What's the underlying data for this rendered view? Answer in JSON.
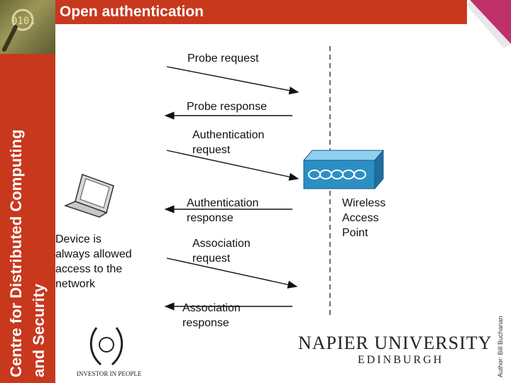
{
  "header": {
    "title": "Open authentication"
  },
  "logo": {
    "digits": "0101"
  },
  "sidebar": {
    "line1": "Centre for Distributed Computing",
    "line2": "and Security"
  },
  "diagram": {
    "messages": [
      {
        "label": "Probe request",
        "direction": "client-to-ap"
      },
      {
        "label": "Probe response",
        "direction": "ap-to-client"
      },
      {
        "label_lines": [
          "Authentication",
          "request"
        ],
        "direction": "client-to-ap"
      },
      {
        "label_lines": [
          "Authentication",
          "response"
        ],
        "direction": "ap-to-client"
      },
      {
        "label_lines": [
          "Association",
          "request"
        ],
        "direction": "client-to-ap"
      },
      {
        "label_lines": [
          "Association",
          "response"
        ],
        "direction": "ap-to-client"
      }
    ],
    "device_note": [
      "Device is",
      "always allowed",
      "access to the",
      "network"
    ],
    "access_point": [
      "Wireless",
      "Access",
      "Point"
    ]
  },
  "footer": {
    "investor": "INVESTOR IN PEOPLE",
    "napier_line1": "NAPIER UNIVERSITY",
    "napier_line2": "EDINBURGH",
    "author": "Author: Bill Buchanan"
  },
  "colors": {
    "brand_red": "#c8381d",
    "ap_blue": "#2c8fc4",
    "corner_magenta": "#c0306a"
  }
}
